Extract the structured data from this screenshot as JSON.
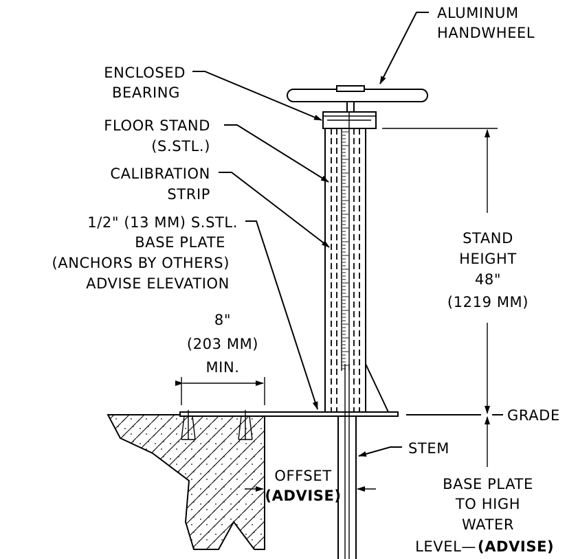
{
  "labels": {
    "handwheel": [
      "ALUMINUM",
      "HANDWHEEL"
    ],
    "bearing": [
      "ENCLOSED",
      "BEARING"
    ],
    "floor_stand": [
      "FLOOR STAND",
      "(S.STL.)"
    ],
    "calibration": [
      "CALIBRATION",
      "STRIP"
    ],
    "base_plate": [
      "1/2\" (13 MM) S.STL.",
      "BASE PLATE",
      "(ANCHORS BY OTHERS)",
      "ADVISE ELEVATION"
    ],
    "spacing": [
      "8\"",
      "(203 MM)",
      "MIN."
    ],
    "stand_height": [
      "STAND",
      "HEIGHT",
      "48\"",
      "(1219 MM)"
    ],
    "grade": "GRADE",
    "stem": "STEM",
    "offset": [
      "OFFSET",
      "(ADVISE)"
    ],
    "base_to_water": [
      "BASE PLATE",
      "TO HIGH",
      "WATER",
      "LEVEL—",
      "(ADVISE)"
    ]
  }
}
